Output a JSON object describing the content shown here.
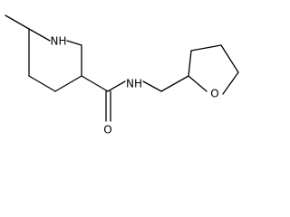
{
  "molecule": {
    "atoms": {
      "piperidine_nh": "NH",
      "amide_nh": "NH",
      "carbonyl_o": "O",
      "ring_o": "O"
    }
  }
}
